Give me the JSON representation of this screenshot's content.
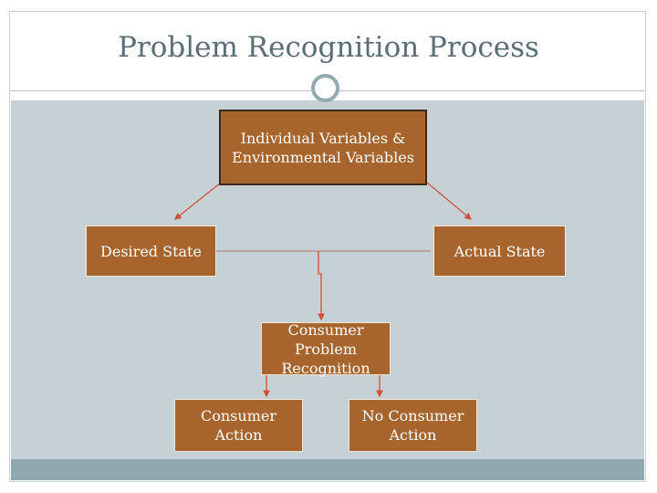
{
  "slide": {
    "title": "Problem Recognition Process"
  },
  "diagram": {
    "nodes": {
      "variables": "Individual Variables &\nEnvironmental Variables",
      "desired_state": "Desired State",
      "actual_state": "Actual State",
      "recognition": "Consumer\nProblem\nRecognition",
      "consumer_action": "Consumer\nAction",
      "no_consumer_action": "No Consumer\nAction"
    },
    "colors": {
      "box_fill": "#a7652d",
      "connector": "#d0503a",
      "panel": "#c6d1d6",
      "bar": "#8fa9ae",
      "title": "#5a6e74"
    }
  }
}
